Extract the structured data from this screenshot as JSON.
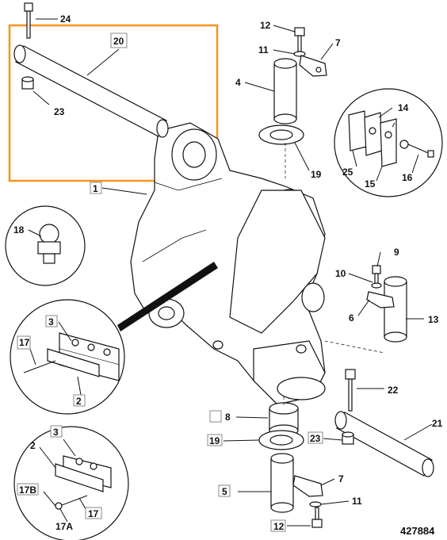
{
  "figure_number": "427884",
  "highlight_color": "#f7941d",
  "callouts": [
    {
      "id": "c24",
      "text": "24"
    },
    {
      "id": "c20",
      "text": "20"
    },
    {
      "id": "c23a",
      "text": "23"
    },
    {
      "id": "c12a",
      "text": "12"
    },
    {
      "id": "c11a",
      "text": "11"
    },
    {
      "id": "c7a",
      "text": "7"
    },
    {
      "id": "c4",
      "text": "4"
    },
    {
      "id": "c14",
      "text": "14"
    },
    {
      "id": "c25",
      "text": "25"
    },
    {
      "id": "c15",
      "text": "15"
    },
    {
      "id": "c16",
      "text": "16"
    },
    {
      "id": "c19a",
      "text": "19"
    },
    {
      "id": "c1",
      "text": "1"
    },
    {
      "id": "c18",
      "text": "18"
    },
    {
      "id": "c9",
      "text": "9"
    },
    {
      "id": "c10",
      "text": "10"
    },
    {
      "id": "c6",
      "text": "6"
    },
    {
      "id": "c13",
      "text": "13"
    },
    {
      "id": "c3a",
      "text": "3"
    },
    {
      "id": "c17a",
      "text": "17"
    },
    {
      "id": "c2a",
      "text": "2"
    },
    {
      "id": "c22",
      "text": "22"
    },
    {
      "id": "c21",
      "text": "21"
    },
    {
      "id": "c8",
      "text": "8"
    },
    {
      "id": "c19b",
      "text": "19"
    },
    {
      "id": "c23b",
      "text": "23"
    },
    {
      "id": "c3b",
      "text": "3"
    },
    {
      "id": "c2b",
      "text": "2"
    },
    {
      "id": "c7b",
      "text": "7"
    },
    {
      "id": "c5",
      "text": "5"
    },
    {
      "id": "c17b",
      "text": "17B"
    },
    {
      "id": "c11b",
      "text": "11"
    },
    {
      "id": "c17c",
      "text": "17"
    },
    {
      "id": "c12b",
      "text": "12"
    },
    {
      "id": "c17d",
      "text": "17A"
    }
  ]
}
